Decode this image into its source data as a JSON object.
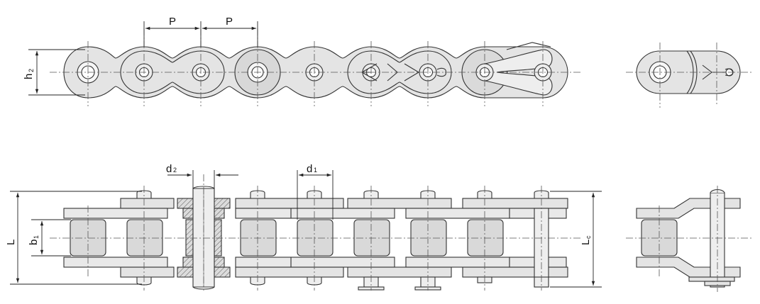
{
  "labels": {
    "pitch_1": "P",
    "pitch_2": "P",
    "height_main": "h",
    "height_sub": "2",
    "d2_main": "d",
    "d2_sub": "2",
    "d1_main": "d",
    "d1_sub": "1",
    "length_main": "L",
    "b1_main": "b",
    "b1_sub": "1",
    "lc_main": "L",
    "lc_sub": "c"
  },
  "colors": {
    "line": "#333333",
    "fill": "#e4e4e4",
    "fill_dark": "#cfcfcf",
    "hatch": "#555555"
  }
}
